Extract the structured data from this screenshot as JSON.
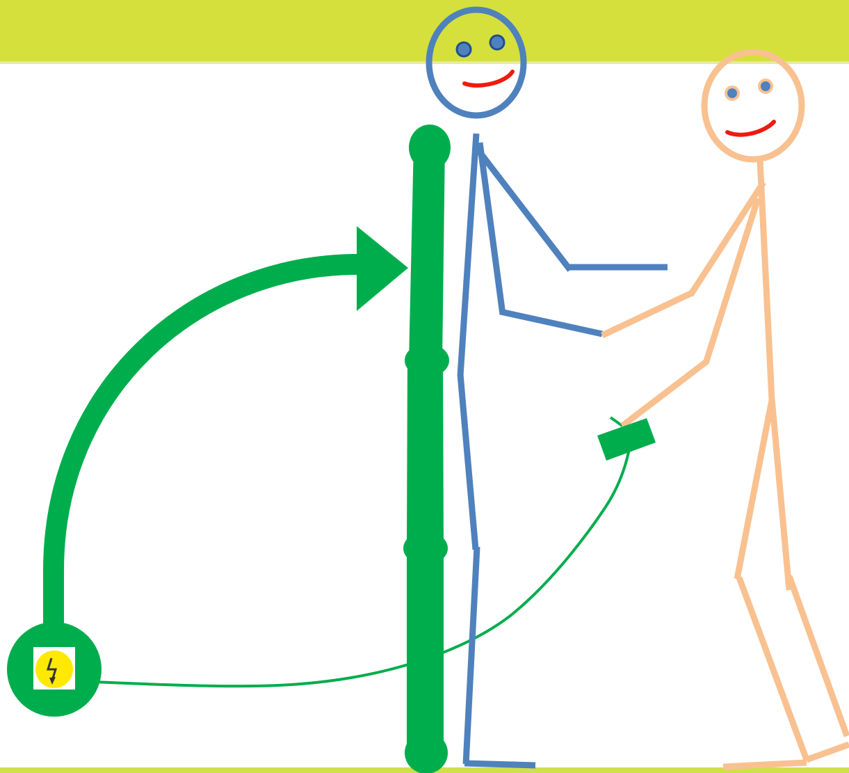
{
  "colors": {
    "background": "#ffffff",
    "top_band": "#d5e03d",
    "bottom_band": "#cfe04a",
    "pole": "#00ad4d",
    "figure_blue": "#4f81bd",
    "figure_peach": "#f9c190",
    "mouth": "#ee1b0f",
    "warning_badge": "#ffe900",
    "bolt": "#333333"
  },
  "icons": {
    "pole": "grounding-pole",
    "arrow": "curved-arrow",
    "source": "electric-hazard-icon",
    "clamp": "clamp-handle",
    "person_left": "stick-figure-blue",
    "person_right": "stick-figure-peach"
  }
}
